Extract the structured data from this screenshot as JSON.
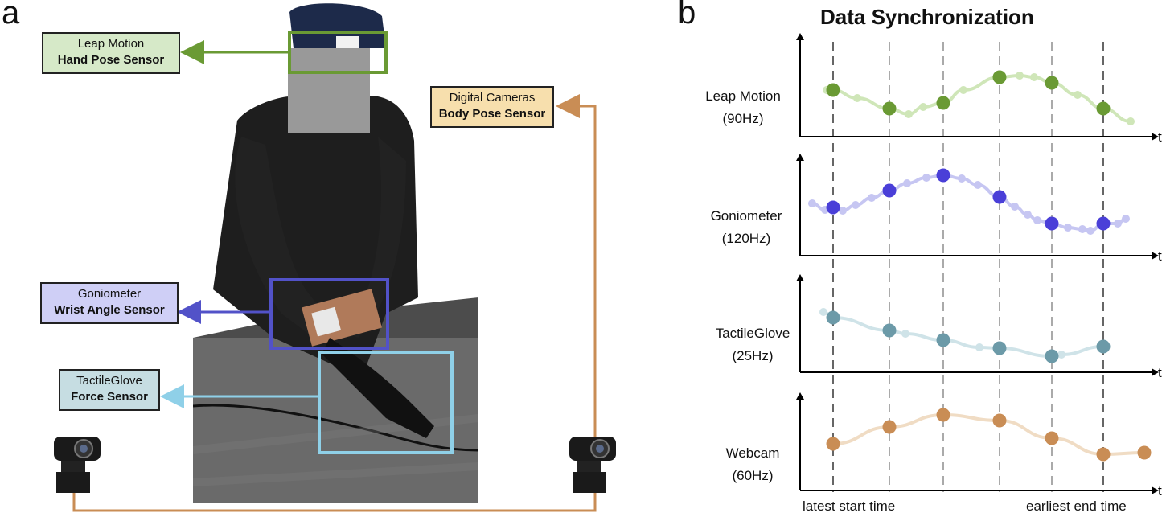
{
  "panel_a": {
    "letter": "a",
    "labels": [
      {
        "id": "leap",
        "line1": "Leap Motion",
        "line2": "Hand Pose Sensor",
        "fill": "#d6e9c8",
        "color": "#6a9a34"
      },
      {
        "id": "cam",
        "line1": "Digital Cameras",
        "line2": "Body Pose Sensor",
        "fill": "#f7dfad",
        "color": "#c98d55"
      },
      {
        "id": "gonio",
        "line1": "Goniometer",
        "line2": "Wrist Angle Sensor",
        "fill": "#cfcff6",
        "color": "#5252c8"
      },
      {
        "id": "tactile",
        "line1": "TactileGlove",
        "line2": "Force Sensor",
        "fill": "#c6dde2",
        "color": "#8fd0e8"
      }
    ]
  },
  "panel_b": {
    "letter": "b",
    "title": "Data Synchronization",
    "axis_label": "t",
    "latest_start": "latest start time",
    "earliest_end": "earliest end time",
    "sensors": [
      {
        "name": "Leap Motion",
        "rate": "(90Hz)",
        "color": "#6a9a34",
        "light": "#cfe6b8"
      },
      {
        "name": "Goniometer",
        "rate": "(120Hz)",
        "color": "#4a3fd8",
        "light": "#c6c6f2"
      },
      {
        "name": "TactileGlove",
        "rate": "(25Hz)",
        "color": "#6c9aa8",
        "light": "#cfe3e8"
      },
      {
        "name": "Webcam",
        "rate": "(60Hz)",
        "color": "#c98d55",
        "light": "#f0dcc4"
      }
    ]
  }
}
